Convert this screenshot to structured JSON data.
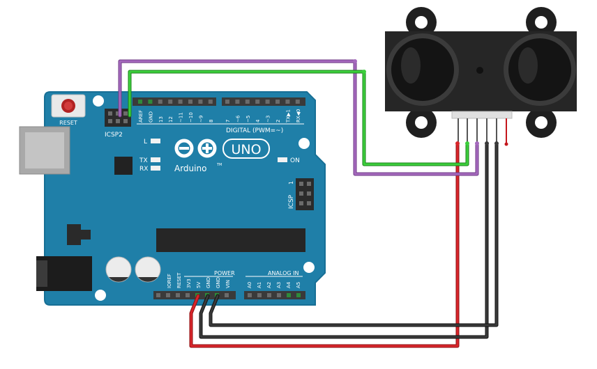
{
  "board": {
    "reset_label": "RESET",
    "icsp2_label": "ICSP2",
    "icsp_label": "ICSP",
    "l_label": "L",
    "tx_label": "TX",
    "rx_label": "RX",
    "on_label": "ON",
    "brand": "Arduino",
    "trademark": "TM",
    "model": "UNO",
    "digital_header_label": "DIGITAL (PWM=~)",
    "power_label": "POWER",
    "analog_label": "ANALOG IN",
    "digital_pins": [
      "AREF",
      "GND",
      "13",
      "12",
      "~11",
      "~10",
      "~9",
      "8",
      "7",
      "~6",
      "~5",
      "4",
      "~3",
      "2",
      "TX▶1",
      "RX◀0"
    ],
    "power_pins": [
      "IOREF",
      "RESET",
      "3V3",
      "5V",
      "GND",
      "GND",
      "VIN"
    ],
    "analog_pins": [
      "A0",
      "A1",
      "A2",
      "A3",
      "A4",
      "A5"
    ],
    "icsp_number": "1"
  },
  "colors": {
    "board": "#1f7fa8",
    "board_dark": "#16698e",
    "wire_red": "#c4161c",
    "wire_black": "#2b2b2b",
    "wire_green": "#2fb52f",
    "wire_purple": "#9b59b6",
    "sensor_body": "#262626",
    "header": "#3a3a3a"
  }
}
